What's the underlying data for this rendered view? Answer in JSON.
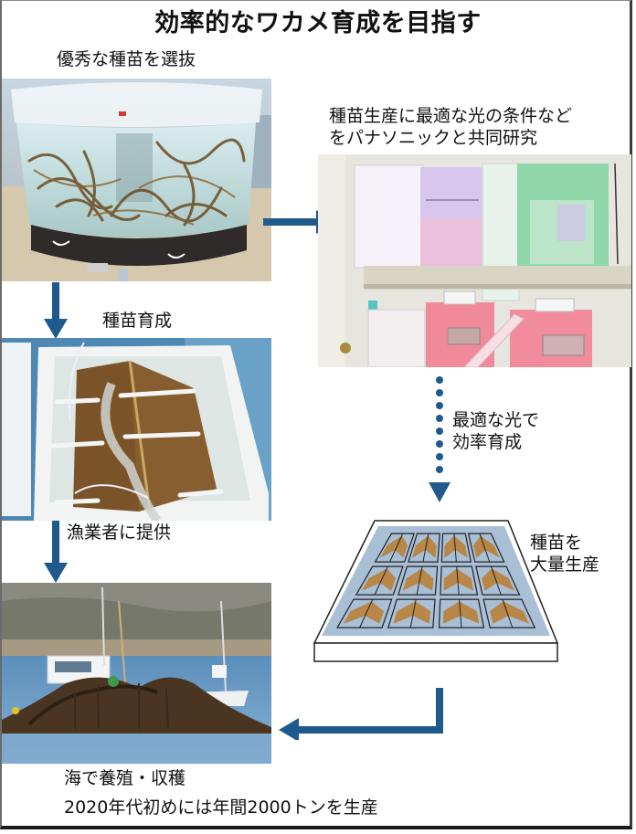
{
  "title": "効率的なワカメ育成を目指す",
  "steps": {
    "select": {
      "label": "優秀な種苗を選抜",
      "image": "seaweed-tank-photo"
    },
    "research": {
      "label_line1": "種苗生産に最適な光の条件など",
      "label_line2": "をパナソニックと共同研究",
      "image": "light-chamber-photo"
    },
    "grow": {
      "label": "種苗育成",
      "image": "seedling-tray-photo"
    },
    "optimal_light": {
      "label_line1": "最適な光で",
      "label_line2": "効率育成"
    },
    "mass_produce": {
      "label_line1": "種苗を",
      "label_line2": "大量生産",
      "image": "seedling-rack-illustration"
    },
    "provide": {
      "label": "漁業者に提供"
    },
    "harvest": {
      "label": "海で養殖・収穫",
      "image": "fishing-boat-harvest-photo"
    }
  },
  "footer": "2020年代初めには年間2000トンを生産",
  "colors": {
    "arrow": "#1f5a8c",
    "text": "#111111",
    "tray_water": "#a9bfd6",
    "seedling": "#b88646"
  }
}
